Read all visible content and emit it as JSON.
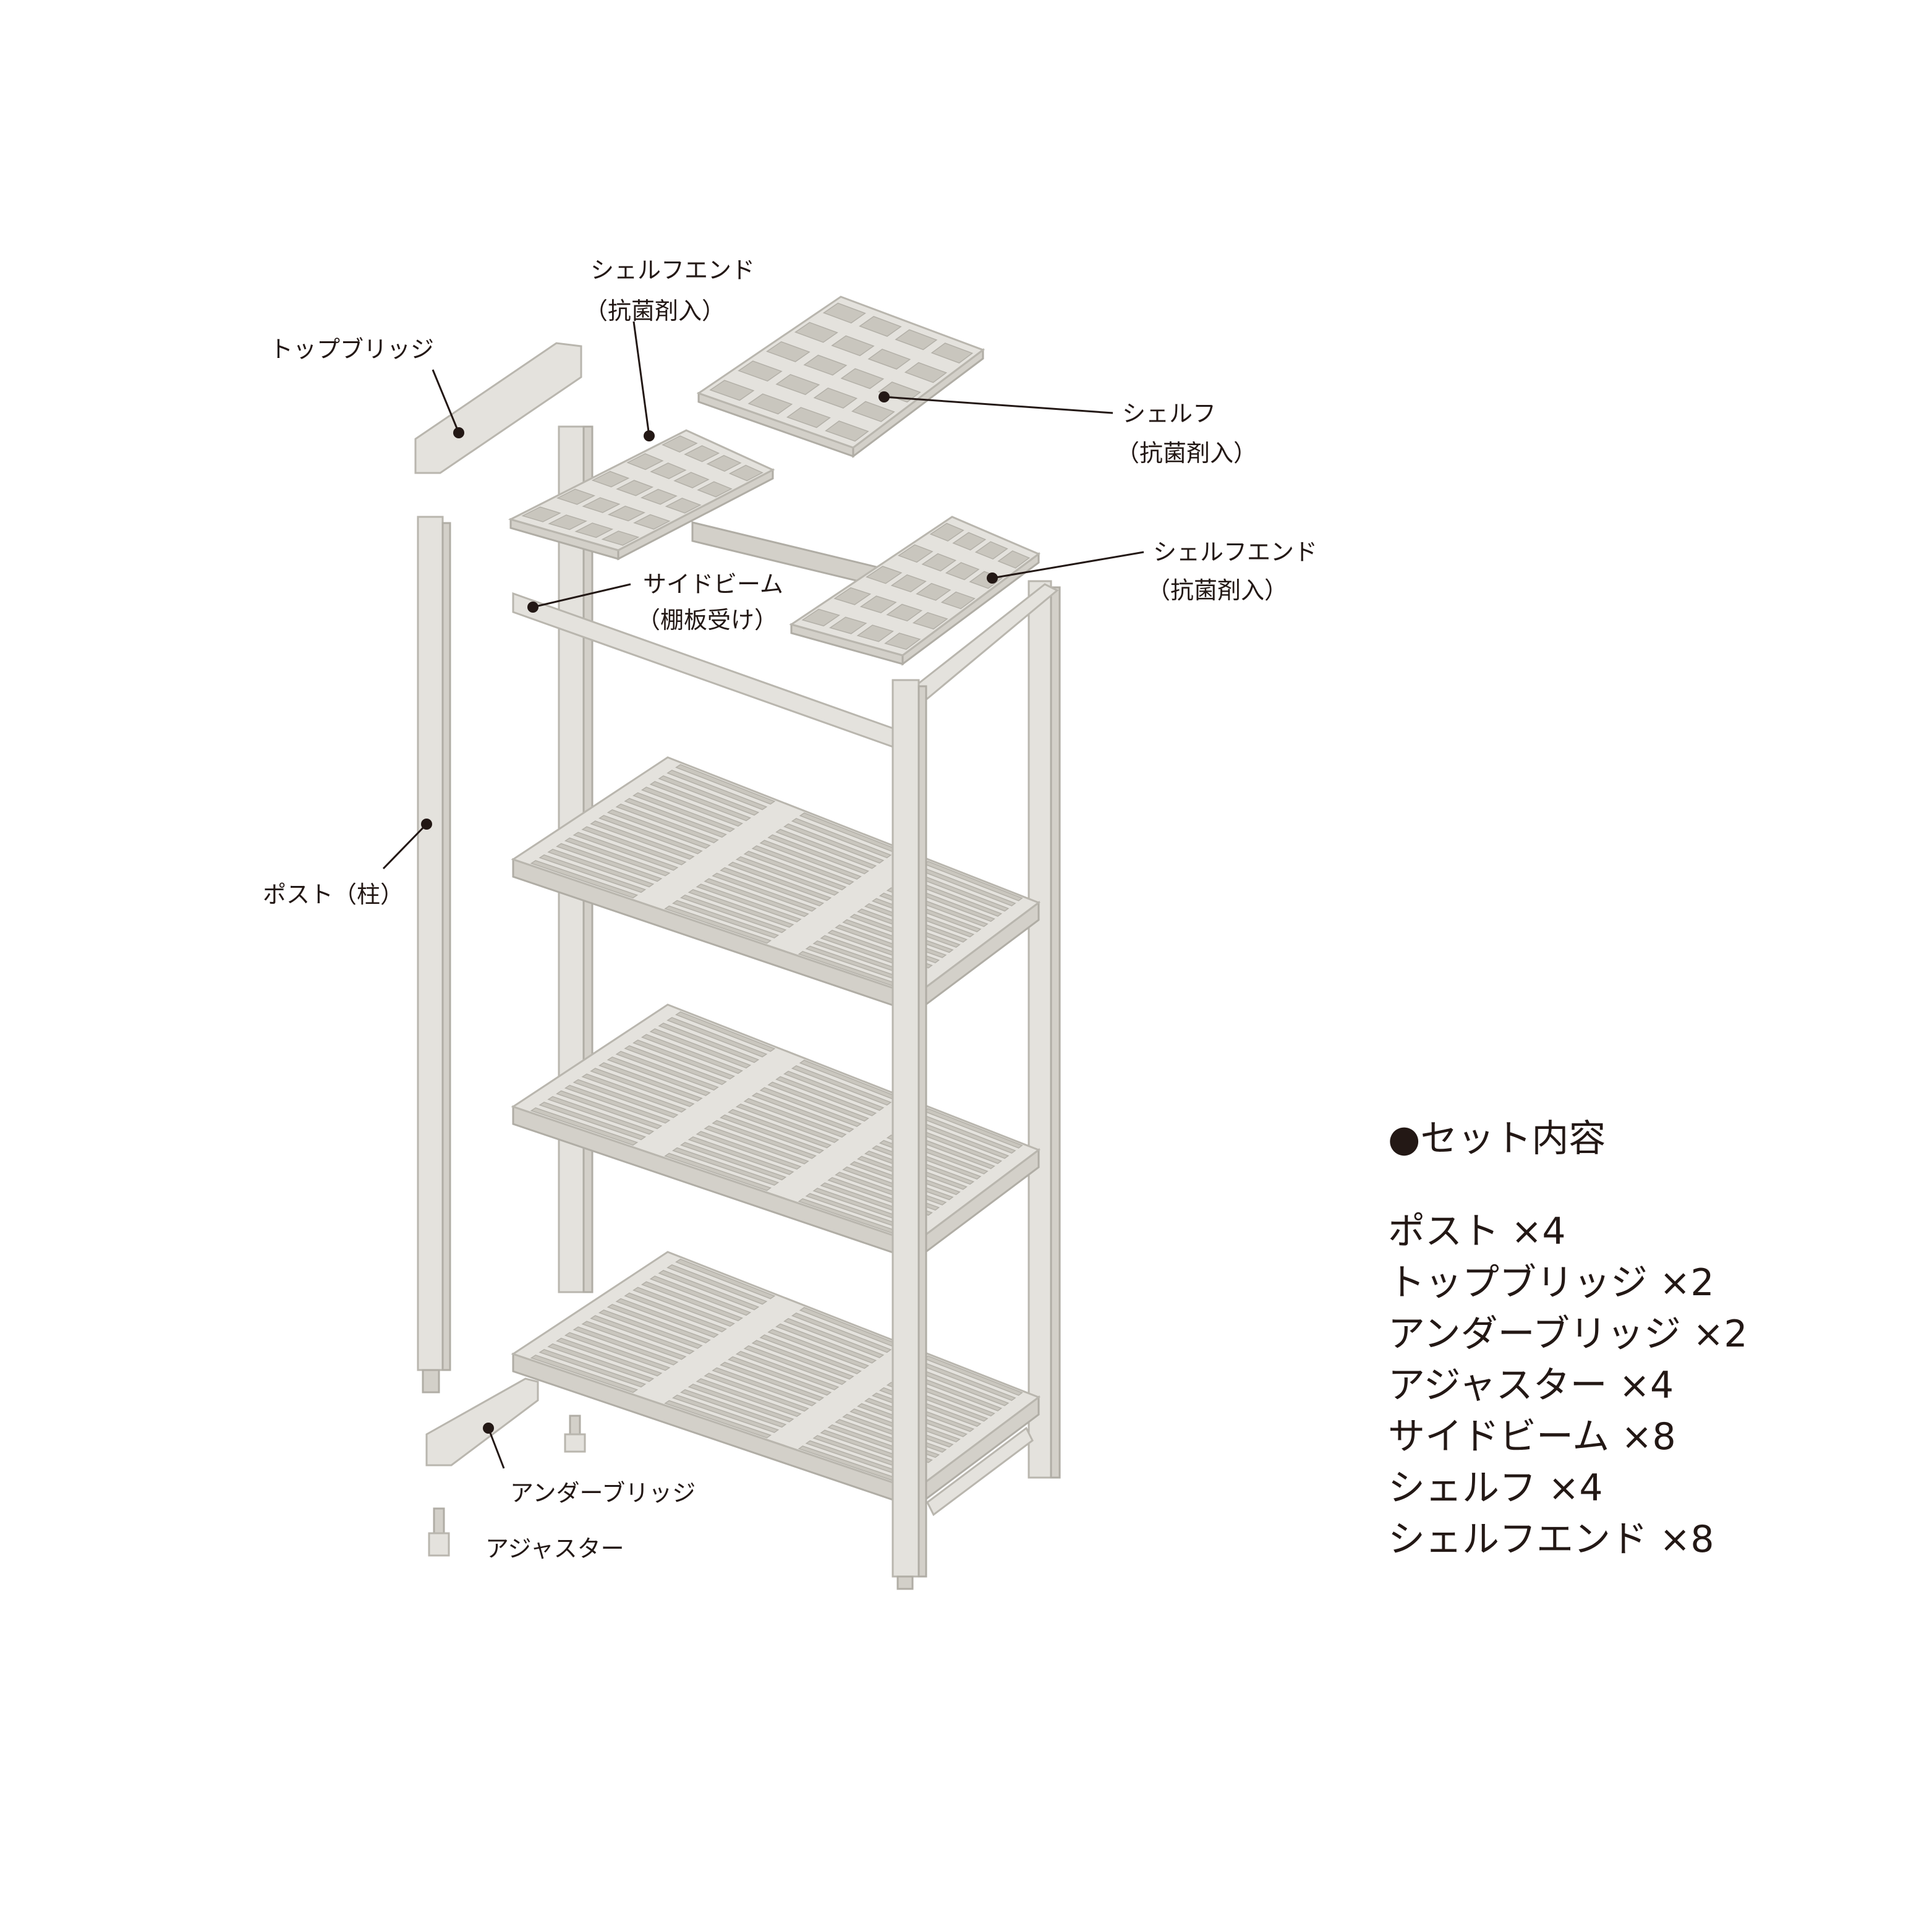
{
  "labels": {
    "top_bridge": "トップブリッジ",
    "shelf_end_top": {
      "line1": "シェルフエンド",
      "line2": "（抗菌剤入）"
    },
    "shelf": {
      "line1": "シェルフ",
      "line2": "（抗菌剤入）"
    },
    "shelf_end_right": {
      "line1": "シェルフエンド",
      "line2": "（抗菌剤入）"
    },
    "side_beam": {
      "line1": "サイドビーム",
      "line2": "（棚板受け）"
    },
    "post": "ポスト（柱）",
    "under_bridge": "アンダーブリッジ",
    "adjuster": "アジャスター"
  },
  "set_contents": {
    "title": "●セット内容",
    "items": [
      "ポスト ×4",
      "トップブリッジ ×2",
      "アンダーブリッジ ×2",
      "アジャスター ×4",
      "サイドビーム ×8",
      "シェルフ ×4",
      "シェルフエンド ×8"
    ]
  },
  "colors": {
    "part": "#e4e2dd",
    "text": "#231815"
  }
}
